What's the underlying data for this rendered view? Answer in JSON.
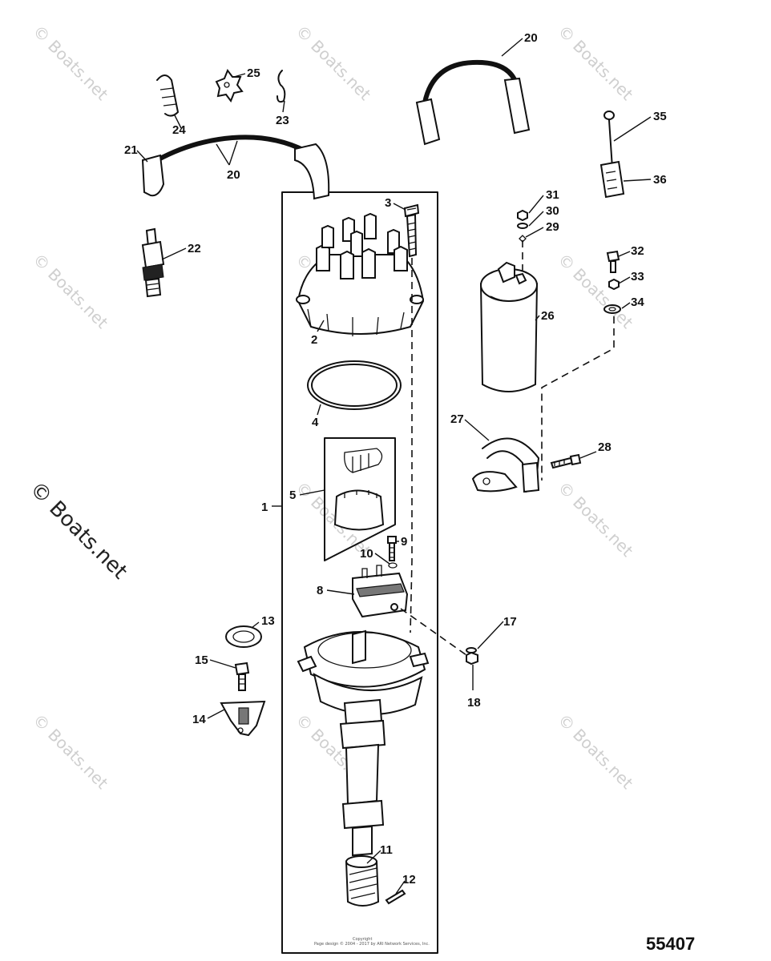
{
  "diagram_number": "55407",
  "watermark": "© Boats.net",
  "footer_copyright": "Copyright",
  "footer_notice": "Page design © 2004 - 2017 by ARI Network Services, Inc.",
  "callouts": [
    "1",
    "2",
    "3",
    "4",
    "5",
    "8",
    "9",
    "10",
    "11",
    "12",
    "13",
    "14",
    "15",
    "17",
    "18",
    "20",
    "20",
    "21",
    "22",
    "23",
    "24",
    "25",
    "26",
    "27",
    "28",
    "29",
    "30",
    "31",
    "32",
    "33",
    "34",
    "35",
    "36"
  ]
}
